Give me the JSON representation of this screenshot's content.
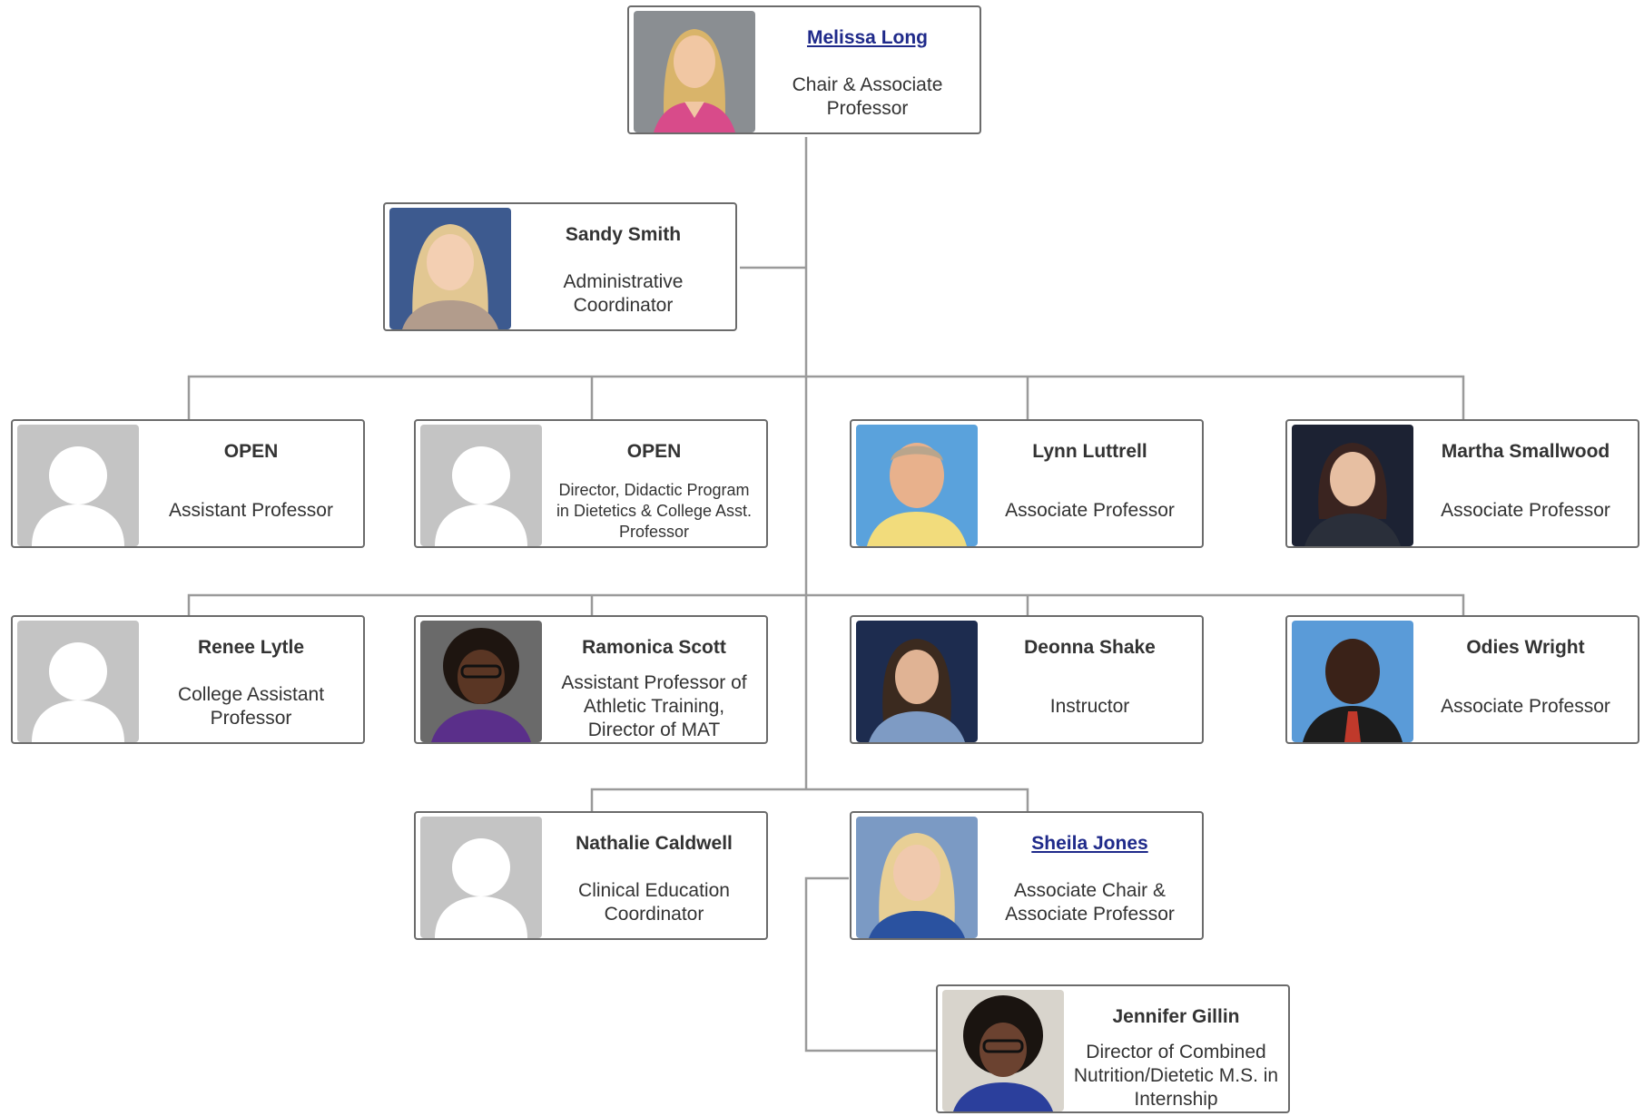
{
  "colors": {
    "connector": "#9a9a9a",
    "border": "#6b6b6b",
    "link": "#1f2a8a",
    "placeholder": "#c4c4c4"
  },
  "nodes": {
    "melissa_long": {
      "name": "Melissa Long",
      "title": "Chair & Associate Professor",
      "linked": true
    },
    "sandy_smith": {
      "name": "Sandy Smith",
      "title": "Administrative Coordinator"
    },
    "open_assistant": {
      "name": "OPEN",
      "title": "Assistant Professor"
    },
    "open_director": {
      "name": "OPEN",
      "title": "Director, Didactic Program in Dietetics & College Asst. Professor"
    },
    "lynn_luttrell": {
      "name": "Lynn Luttrell",
      "title": "Associate Professor"
    },
    "martha_smallwood": {
      "name": "Martha Smallwood",
      "title": "Associate Professor"
    },
    "renee_lytle": {
      "name": "Renee Lytle",
      "title": "College Assistant Professor"
    },
    "ramonica_scott": {
      "name": "Ramonica Scott",
      "title": "Assistant Professor of Athletic Training, Director of MAT"
    },
    "deonna_shake": {
      "name": "Deonna Shake",
      "title": "Instructor"
    },
    "odies_wright": {
      "name": "Odies Wright",
      "title": "Associate Professor"
    },
    "nathalie_caldwell": {
      "name": "Nathalie Caldwell",
      "title": "Clinical Education Coordinator"
    },
    "sheila_jones": {
      "name": "Sheila Jones",
      "title": "Associate Chair & Associate Professor",
      "linked": true
    },
    "jennifer_gillin": {
      "name": "Jennifer Gillin",
      "title": "Director of Combined Nutrition/Dietetic M.S. in Internship"
    }
  }
}
